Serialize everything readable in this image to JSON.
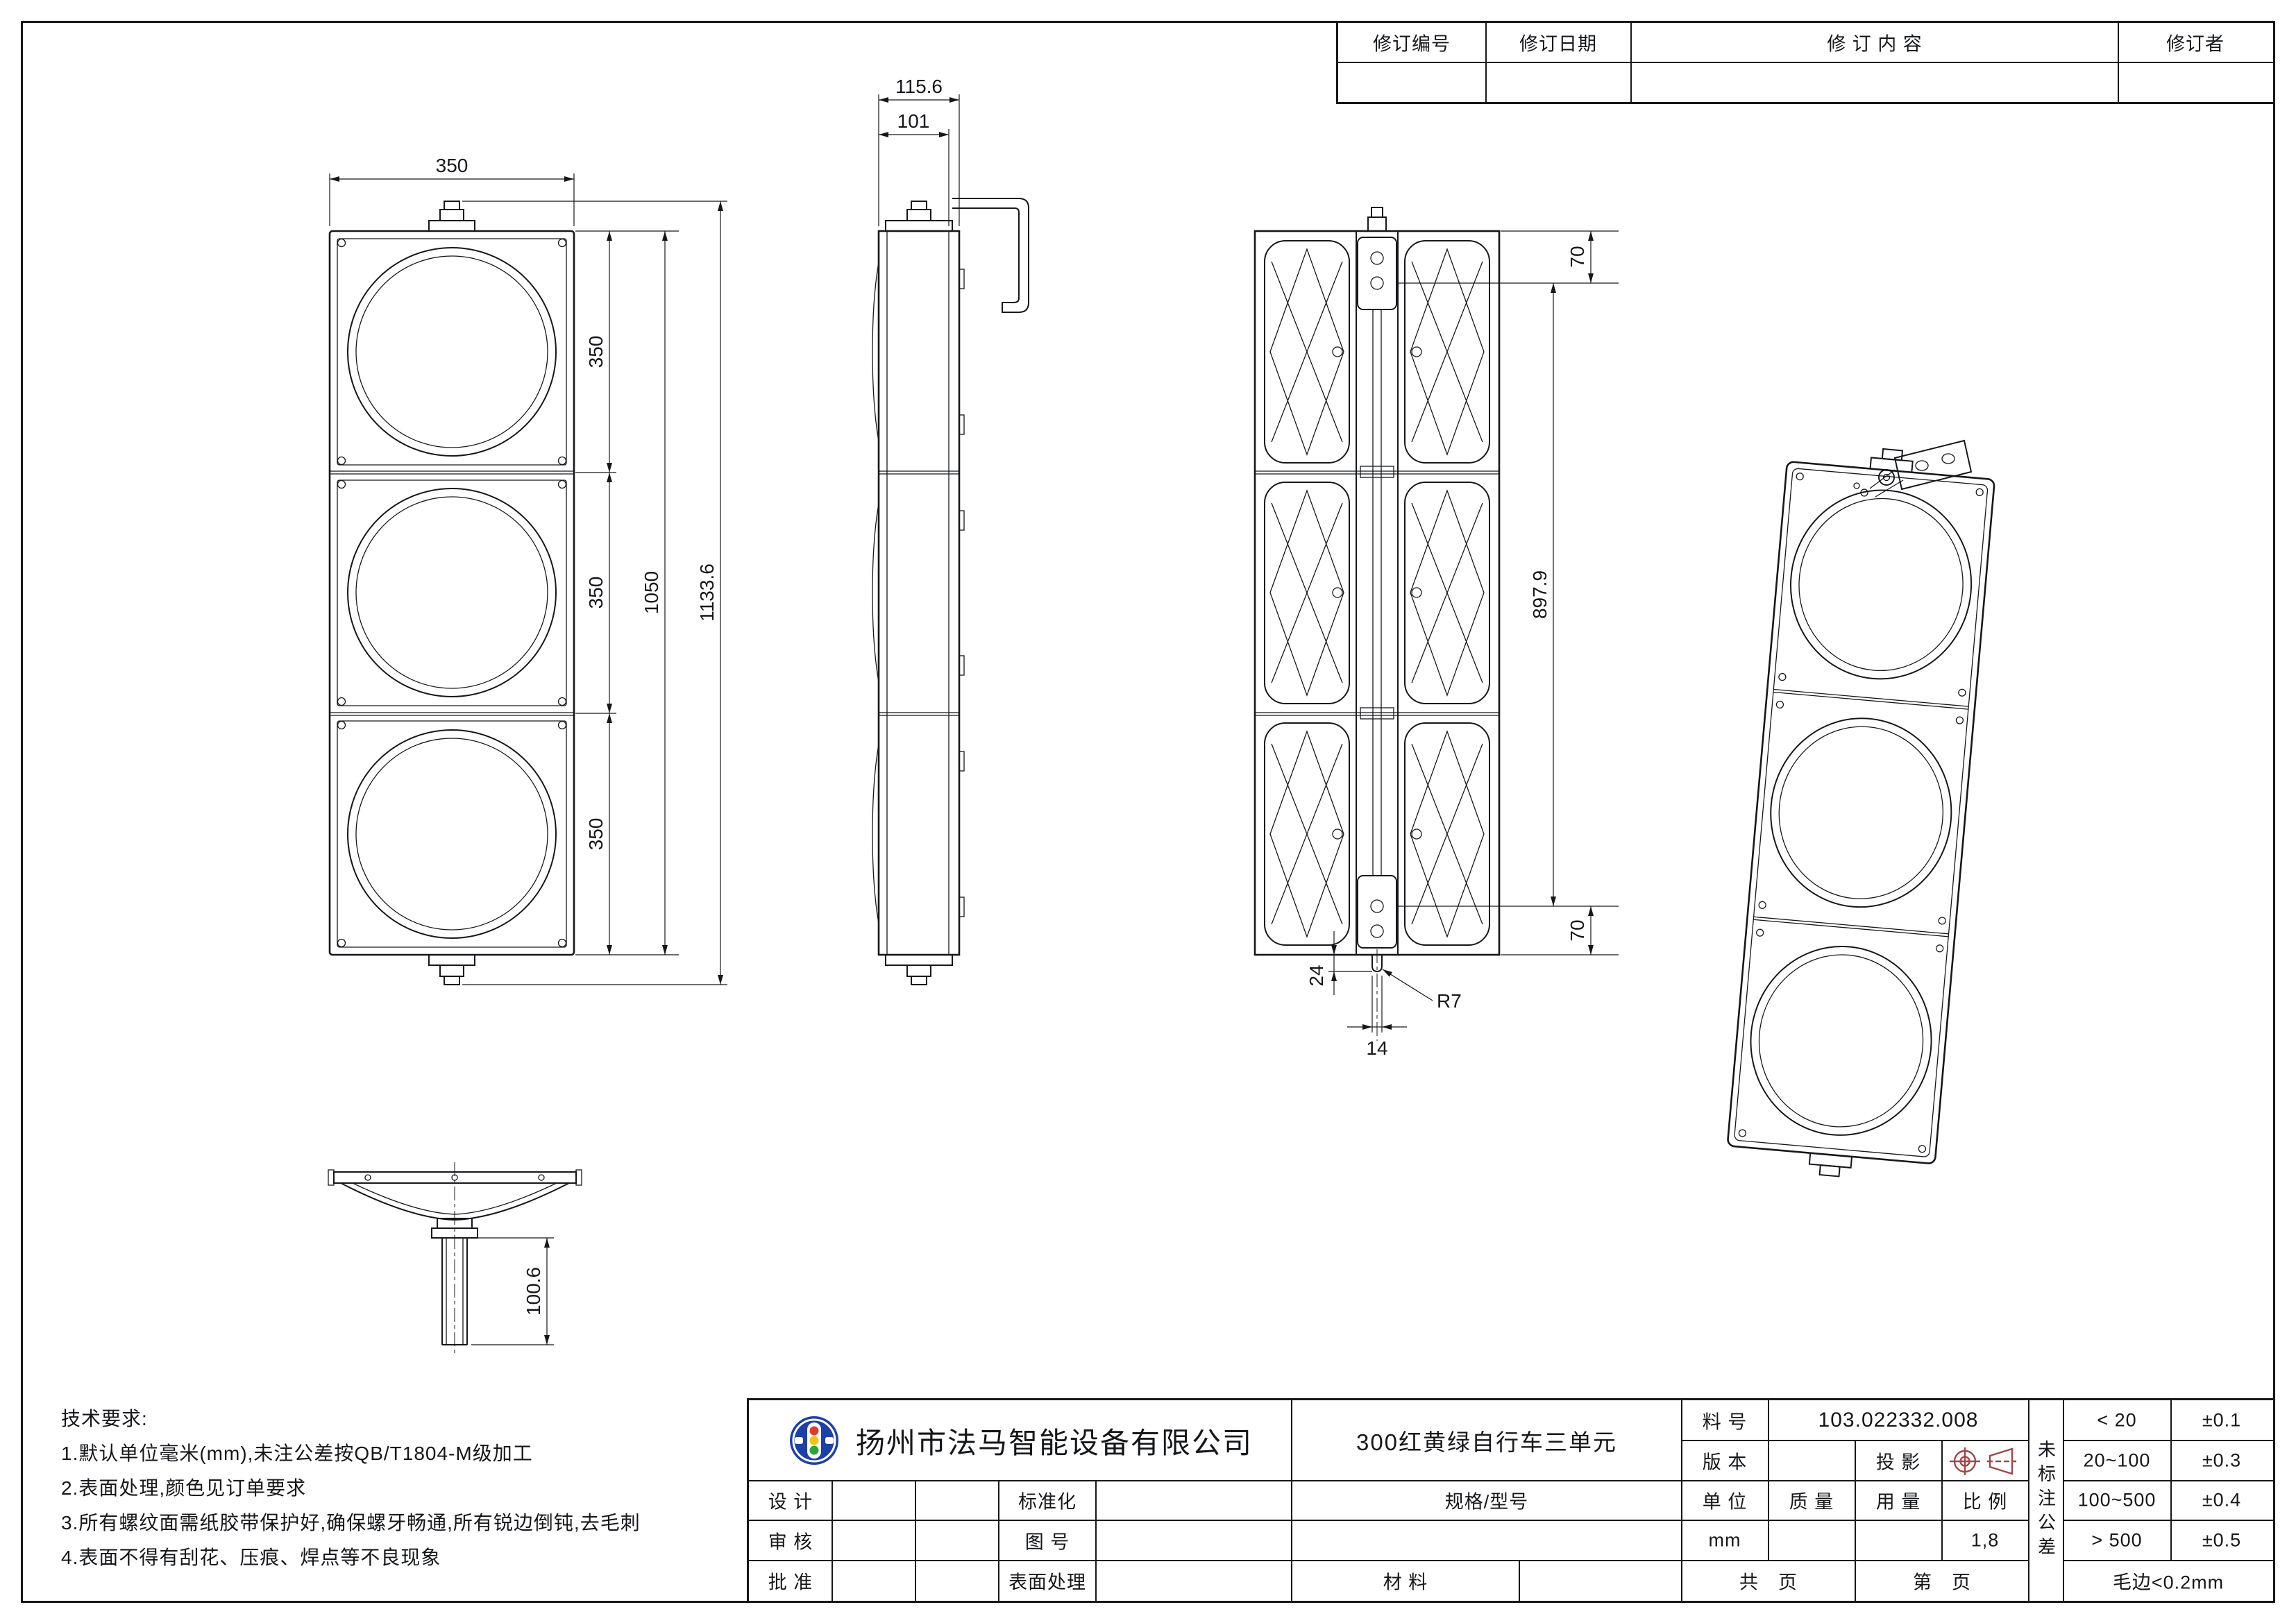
{
  "revision_table": {
    "headers": [
      "修订编号",
      "修订日期",
      "修 订 内 容",
      "修订者"
    ]
  },
  "dims": {
    "front_width": "350",
    "front_seg1": "350",
    "front_seg2": "350",
    "front_seg3": "350",
    "front_inner": "1050",
    "front_total": "1133.6",
    "side_total": "115.6",
    "side_body": "101",
    "back_top": "70",
    "back_span": "897.9",
    "back_bottom": "70",
    "back_stud_len": "24",
    "back_stud_w": "14",
    "back_fillet": "R7",
    "bottom_pole": "100.6"
  },
  "tech_req": {
    "title": "技术要求:",
    "items": [
      "1.默认单位毫米(mm),未注公差按QB/T1804-M级加工",
      "2.表面处理,颜色见订单要求",
      "3.所有螺纹面需纸胶带保护好,确保螺牙畅通,所有锐边倒钝,去毛刺",
      "4.表面不得有刮花、压痕、焊点等不良现象"
    ]
  },
  "title_block": {
    "company": "扬州市法马智能设备有限公司",
    "product": "300红黄绿自行车三单元",
    "part_no_label": "料 号",
    "part_no": "103.022332.008",
    "version_label": "版 本",
    "projection_label": "投 影",
    "design_label": "设 计",
    "check_label": "审 核",
    "approve_label": "批 准",
    "standard_label": "标准化",
    "drawing_no_label": "图 号",
    "surface_label": "表面处理",
    "spec_label": "规格/型号",
    "material_label": "材 料",
    "unit_label": "单 位",
    "mass_label": "质 量",
    "usage_label": "用 量",
    "scale_label": "比 例",
    "unit_value": "mm",
    "scale_value": "1,8",
    "pages_total_label": "共　页",
    "page_label": "第　页"
  },
  "tolerance": {
    "vertical_label": "未标注公差",
    "rows": [
      {
        "range": "< 20",
        "tol": "±0.1"
      },
      {
        "range": "20~100",
        "tol": "±0.3"
      },
      {
        "range": "100~500",
        "tol": "±0.4"
      },
      {
        "range": "> 500",
        "tol": "±0.5"
      }
    ],
    "burr_note": "毛边<0.2mm"
  }
}
